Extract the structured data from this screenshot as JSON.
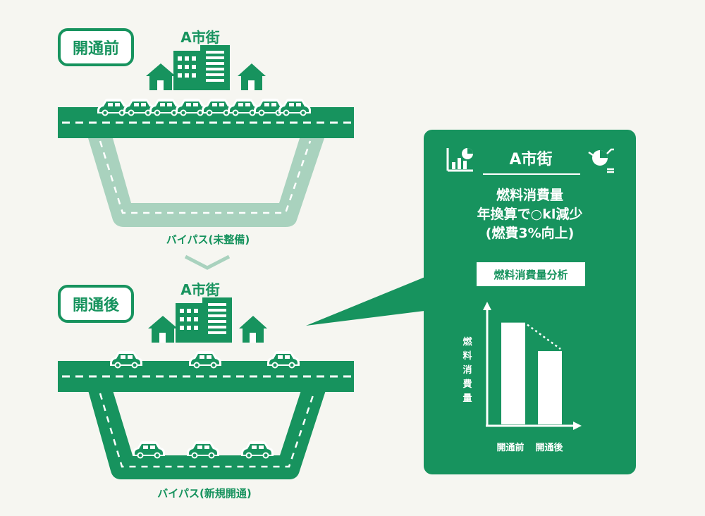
{
  "before": {
    "badge": "開通前",
    "city": "A市街",
    "bypass": "バイパス(未整備)"
  },
  "after": {
    "badge": "開通後",
    "city": "A市街",
    "bypass": "バイパス(新規開通)"
  },
  "panel": {
    "title": "A市街",
    "headline_lines": [
      "燃料消費量",
      "年換算で○kl減少",
      "(燃費3%向上)"
    ],
    "analysis_label": "燃料消費量分析"
  },
  "chart_data": {
    "type": "bar",
    "categories": [
      "開通前",
      "開通後"
    ],
    "values": [
      100,
      72
    ],
    "ylabel": "燃料消費量",
    "ylim": [
      0,
      115
    ],
    "grid": false,
    "trend_line": "dotted"
  },
  "colors": {
    "green": "#17935e",
    "light_green": "#a9d2be",
    "background": "#f6f6f1",
    "white": "#ffffff"
  },
  "icons": [
    "building-icon",
    "house-icon",
    "car-icon",
    "bar-chart-icon",
    "pie-chart-icon",
    "chevron-down-icon"
  ]
}
